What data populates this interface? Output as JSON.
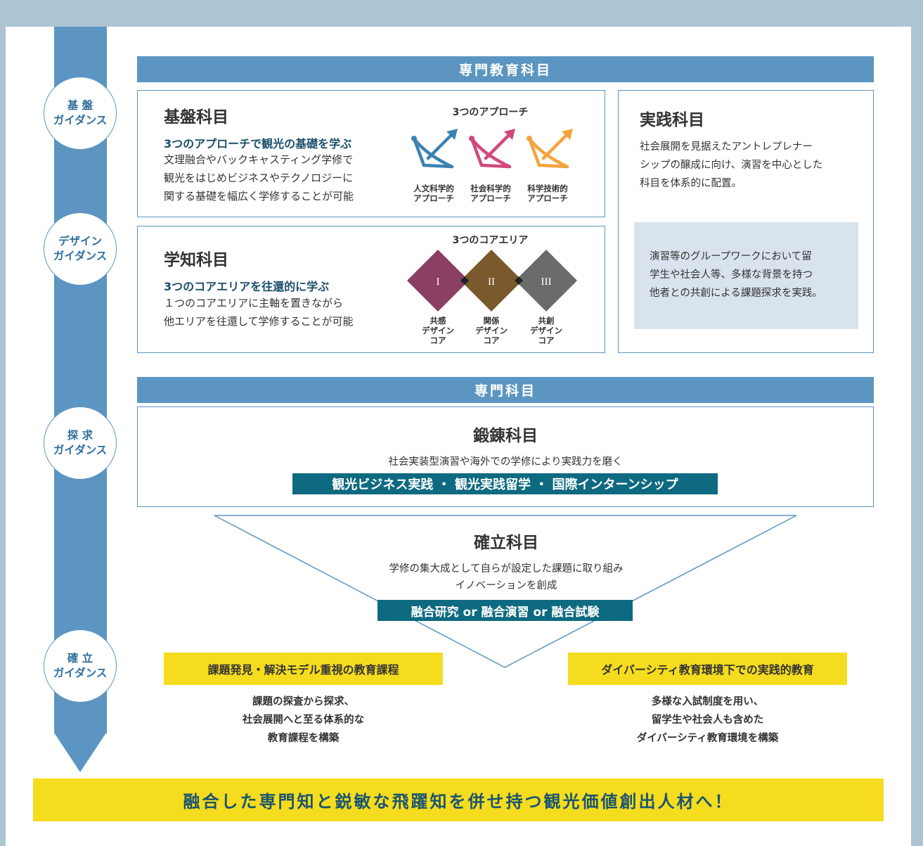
{
  "guidance": [
    {
      "label": "基 盤\nガイダンス"
    },
    {
      "label": "デザイン\nガイダンス"
    },
    {
      "label": "探 求\nガイダンス"
    },
    {
      "label": "確 立\nガイダンス"
    }
  ],
  "senmon_kyoiku": {
    "header": "専門教育科目",
    "kiban": {
      "title": "基盤科目",
      "subtitle": "3つのアプローチで観光の基礎を学ぶ",
      "body": "文理融合やバックキャスティング学修で\n観光をはじめビジネスやテクノロジーに\n関する基礎を幅広く学修することが可能",
      "approach_heading": "3つのアプローチ",
      "approaches": [
        {
          "label": "人文科学的\nアプローチ",
          "color": "#3b82b3",
          "icon": "bow-arrow-icon"
        },
        {
          "label": "社会科学的\nアプローチ",
          "color": "#d1497a",
          "icon": "bow-arrow-icon"
        },
        {
          "label": "科学技術的\nアプローチ",
          "color": "#f4a43d",
          "icon": "bow-arrow-icon"
        }
      ]
    },
    "gakuchi": {
      "title": "学知科目",
      "subtitle": "3つのコアエリアを往還的に学ぶ",
      "body": "１つのコアエリアに主軸を置きながら\n他エリアを往還して学修することが可能",
      "core_heading": "3つのコアエリア",
      "cores": [
        {
          "numeral": "I",
          "label": "共感\nデザイン\nコア",
          "color": "#8a3f63"
        },
        {
          "numeral": "II",
          "label": "関係\nデザイン\nコア",
          "color": "#7a5a2c"
        },
        {
          "numeral": "III",
          "label": "共創\nデザイン\nコア",
          "color": "#6b6b6b"
        }
      ]
    },
    "jissen": {
      "title": "実践科目",
      "body": "社会展開を見据えたアントレプレナー\nシップの醸成に向け、演習を中心とした\n科目を体系的に配置。",
      "note": "演習等のグループワークにおいて留\n学生や社会人等、多様な背景を持つ\n他者との共創による課題探求を実践。"
    }
  },
  "senmon": {
    "header": "専門科目",
    "tanren": {
      "title": "鍛錬科目",
      "body": "社会実装型演習や海外での学修により実践力を磨く",
      "courses": "観光ビジネス実践 ・ 観光実践留学 ・ 国際インターンシップ"
    },
    "kakuritsu": {
      "title": "確立科目",
      "body": "学修の集大成として自らが設定した課題に取り組み\nイノベーションを創成",
      "courses": "融合研究 or 融合演習 or 融合試験"
    }
  },
  "features": [
    {
      "title": "課題発見・解決モデル重視の教育課程",
      "body": "課題の探査から探求、\n社会展開へと至る体系的な\n教育課程を構築"
    },
    {
      "title": "ダイバーシティ教育環境下での実践的教育",
      "body": "多様な入試制度を用い、\n留学生や社会人も含めた\nダイバーシティ教育環境を構築"
    }
  ],
  "goal": "融合した専門知と鋭敏な飛躍知を併せ持つ観光価値創出人材へ！",
  "colors": {
    "accent": "#5c95c1",
    "teal": "#0e6a80",
    "yellow": "#f5dc1e",
    "background": "#adc5d3"
  }
}
